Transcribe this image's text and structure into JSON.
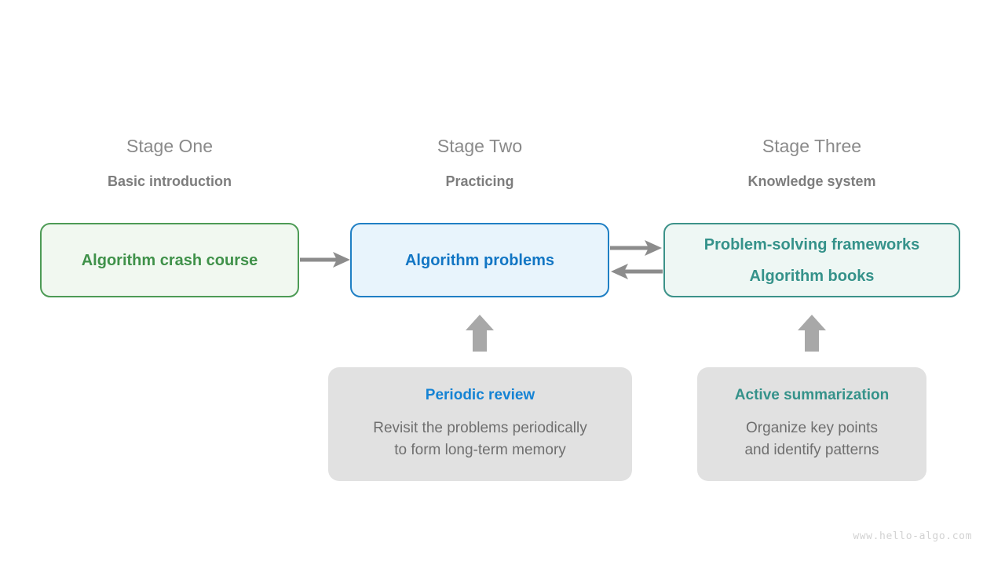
{
  "stages": [
    {
      "title": "Stage One",
      "subtitle": "Basic introduction",
      "box_lines": [
        "Algorithm crash course"
      ],
      "color": "#3f9149"
    },
    {
      "title": "Stage Two",
      "subtitle": "Practicing",
      "box_lines": [
        "Algorithm problems"
      ],
      "color": "#1276c4"
    },
    {
      "title": "Stage Three",
      "subtitle": "Knowledge system",
      "box_lines": [
        "Problem-solving frameworks",
        "Algorithm books"
      ],
      "color": "#35928a"
    }
  ],
  "notes": [
    {
      "title": "Periodic review",
      "body": "Revisit the problems periodically\nto form long-term memory",
      "color": "#1583d4"
    },
    {
      "title": "Active summarization",
      "body": "Organize key points\nand identify patterns",
      "color": "#35928a"
    }
  ],
  "connectors": [
    {
      "name": "stage-one-to-stage-two",
      "direction": "right"
    },
    {
      "name": "stage-two-to-stage-three",
      "direction": "right"
    },
    {
      "name": "stage-three-to-stage-two",
      "direction": "left"
    },
    {
      "name": "periodic-review-to-stage-two",
      "direction": "up"
    },
    {
      "name": "active-summarization-to-stage-three",
      "direction": "up"
    }
  ],
  "colors": {
    "arrow": "#8c8c8c",
    "stage_title": "#8a8a8a",
    "stage_subtitle": "#7d7d7d",
    "note_background": "#e1e1e1",
    "note_body_text": "#6f6f6f",
    "watermark": "#d2d2d2"
  },
  "watermark": "www.hello-algo.com"
}
